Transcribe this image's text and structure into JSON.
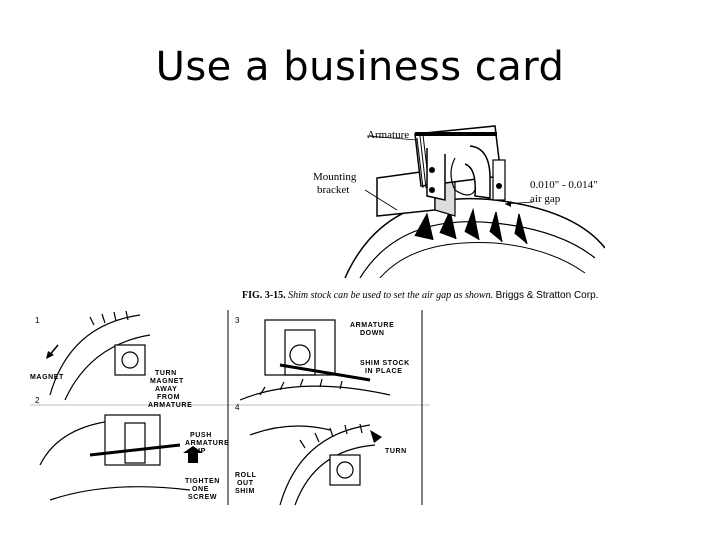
{
  "slide": {
    "title": "Use a business card"
  },
  "figure_top": {
    "labels": {
      "armature": "Armature",
      "mounting1": "Mounting",
      "mounting2": "bracket",
      "gap1": "0.010\" - 0.014\"",
      "gap2": "air gap"
    },
    "caption_number": "FIG. 3-15.",
    "caption_text": "Shim stock can be used to set the air gap as shown.",
    "caption_credit": "Briggs & Stratton Corp."
  },
  "figure_bottom": {
    "panels": [
      "1",
      "2",
      "3",
      "4"
    ],
    "labels": {
      "turn_magnet_1": "TURN",
      "turn_magnet_2": "MAGNET",
      "turn_magnet_3": "AWAY",
      "turn_magnet_4": "FROM",
      "turn_magnet_5": "ARMATURE",
      "magnet": "MAGNET",
      "push_1": "PUSH",
      "push_2": "ARMATURE",
      "push_3": "UP",
      "tighten_1": "TIGHTEN",
      "tighten_2": "ONE",
      "tighten_3": "SCREW",
      "armature_down_1": "ARMATURE",
      "armature_down_2": "DOWN",
      "shim_1": "SHIM STOCK",
      "shim_2": "IN PLACE",
      "turn": "TURN",
      "roll_1": "ROLL",
      "roll_2": "OUT",
      "roll_3": "SHIM"
    }
  }
}
